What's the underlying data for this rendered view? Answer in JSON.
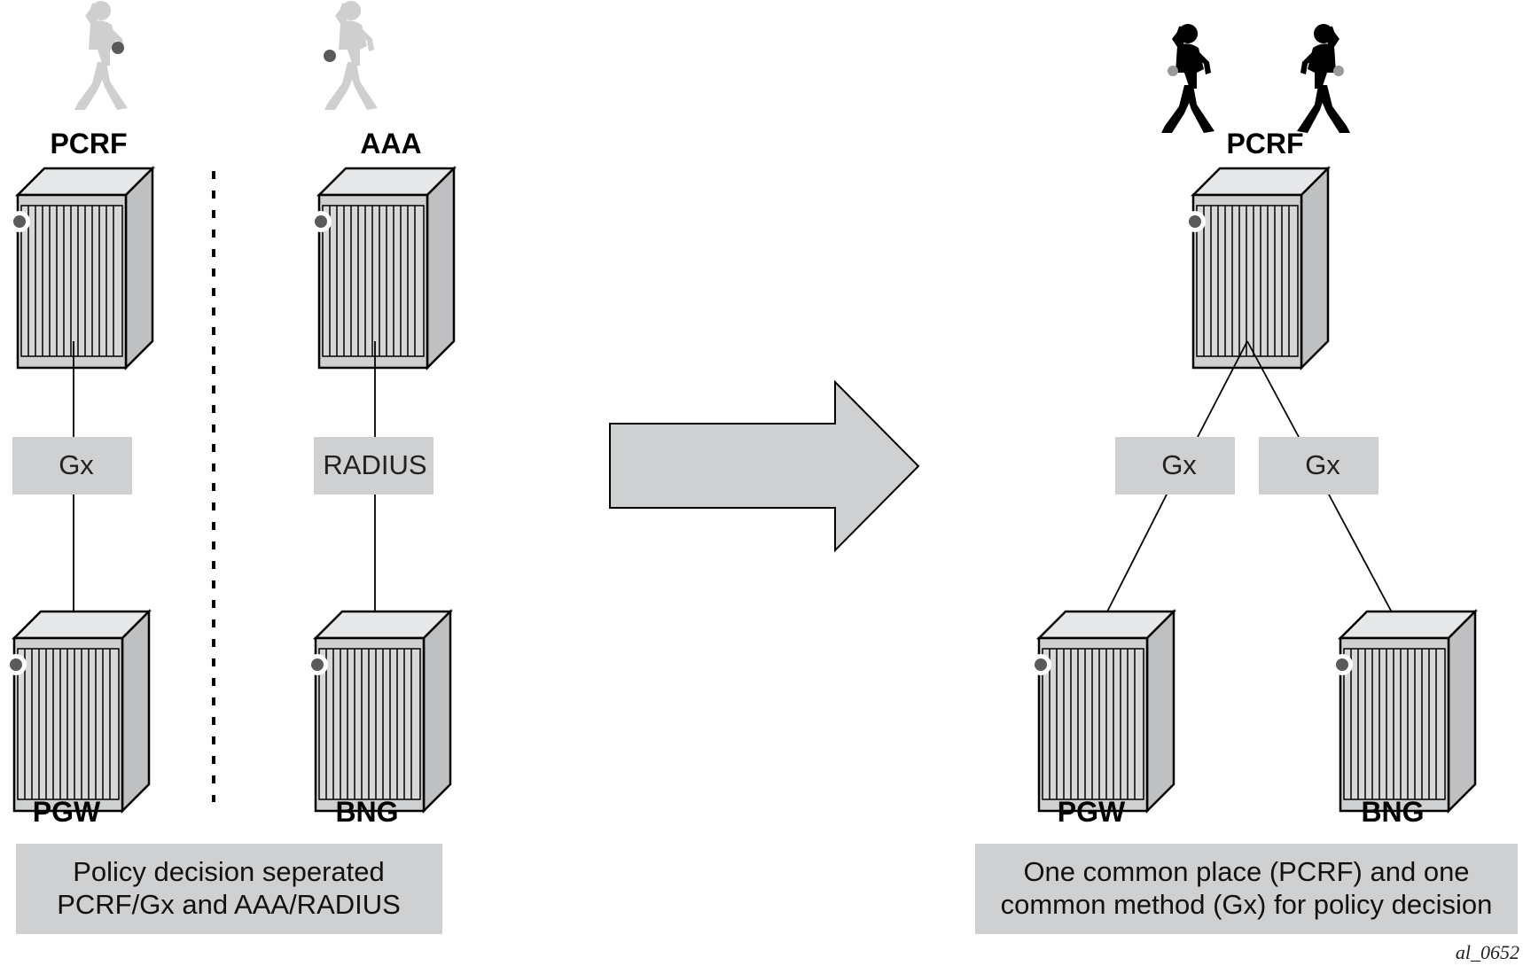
{
  "left": {
    "top_left_label": "PCRF",
    "top_right_label": "AAA",
    "bottom_left_label": "PGW",
    "bottom_right_label": "BNG",
    "link_left_label": "Gx",
    "link_right_label": "RADIUS",
    "caption_line1": "Policy decision seperated",
    "caption_line2": "PCRF/Gx and AAA/RADIUS"
  },
  "right": {
    "top_label": "PCRF",
    "bottom_left_label": "PGW",
    "bottom_right_label": "BNG",
    "link_left_label": "Gx",
    "link_right_label": "Gx",
    "caption_line1": "One common place (PCRF) and one",
    "caption_line2": "common method (Gx) for policy decision"
  },
  "reference_id": "al_0652",
  "icons": {
    "server": "server-rack-icon",
    "person": "walking-person-phone-icon",
    "arrow": "right-arrow-icon"
  },
  "colors": {
    "box_fill": "#cfd0d2",
    "server_fill": "#cfd0d2",
    "person_faded": "#cfcfcf",
    "person_active": "#000000",
    "dot": "#5a5a5a"
  }
}
